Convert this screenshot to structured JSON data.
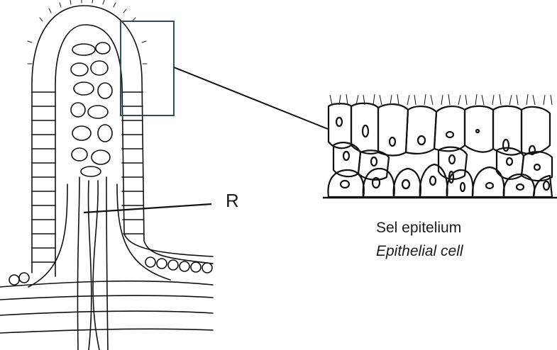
{
  "diagram": {
    "pointer_label": "R",
    "caption_ms": "Sel epitelium",
    "caption_en": "Epithelial cell"
  },
  "colors": {
    "ink": "#111111",
    "box": "#2f4f5f",
    "background": "#ffffff"
  }
}
